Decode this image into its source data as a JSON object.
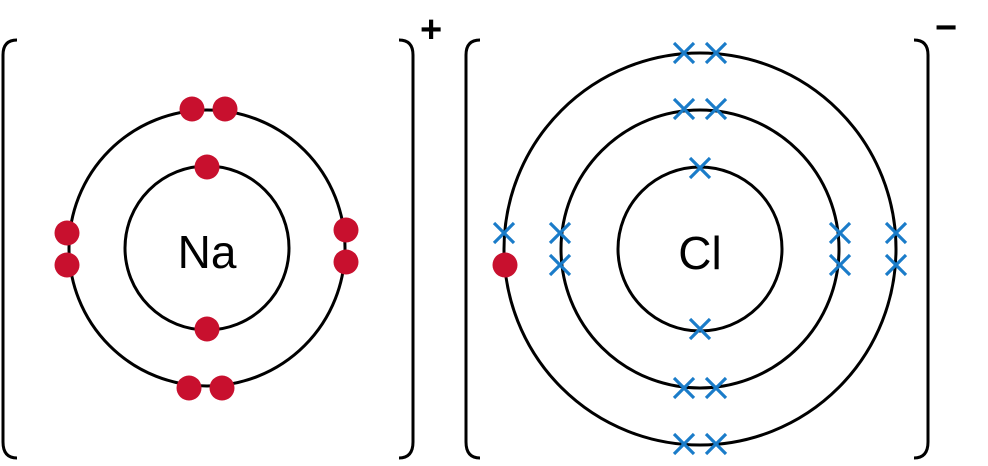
{
  "sodium_ion": {
    "symbol": "Na",
    "charge": "+"
  },
  "chloride_ion": {
    "symbol": "Cl",
    "charge": "−"
  },
  "colors": {
    "sodium_electron": "#c8102e",
    "chlorine_electron": "#1a7cc9",
    "shell_line": "#000000"
  },
  "electron_symbols": {
    "sodium": "filled-dot",
    "chlorine": "cross",
    "transferred_electron": "filled-dot"
  },
  "shell_electron_counts": {
    "sodium_ion": [
      2,
      8
    ],
    "chloride_ion": [
      2,
      8,
      8
    ]
  },
  "transferred_electrons": 1
}
